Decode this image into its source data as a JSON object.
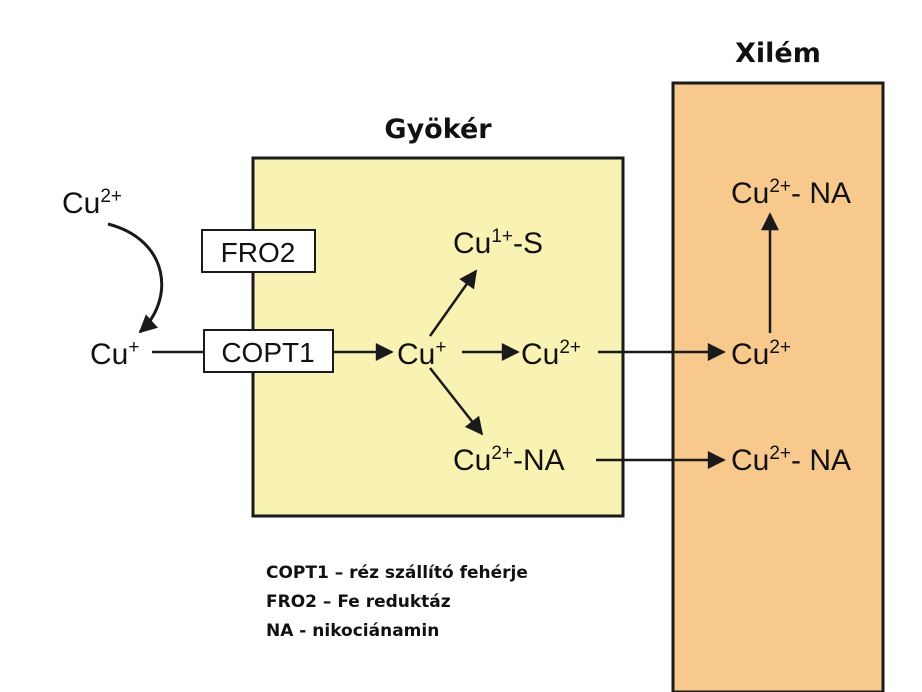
{
  "titles": {
    "root": "Gyökér",
    "xylem": "Xilém"
  },
  "labels": {
    "fro2": "FRO2",
    "copt1": "COPT1"
  },
  "species": {
    "cu2_outside": {
      "base": "Cu",
      "sup": "2+",
      "suffix": ""
    },
    "cu1_outside": {
      "base": "Cu",
      "sup": "+",
      "suffix": ""
    },
    "cu1_root": {
      "base": "Cu",
      "sup": "+",
      "suffix": ""
    },
    "cu1s_root": {
      "base": "Cu",
      "sup": "1+",
      "suffix": "-S"
    },
    "cu2_root": {
      "base": "Cu",
      "sup": "2+",
      "suffix": ""
    },
    "cu2na_root": {
      "base": "Cu",
      "sup": "2+",
      "suffix": "-NA"
    },
    "cu2_xylem": {
      "base": "Cu",
      "sup": "2+",
      "suffix": ""
    },
    "cu2na_xylem_top": {
      "base": "Cu",
      "sup": "2+",
      "suffix": "- NA"
    },
    "cu2na_xylem_bottom": {
      "base": "Cu",
      "sup": "2+",
      "suffix": "- NA"
    }
  },
  "legend": [
    "COPT1 – réz szállító fehérje",
    "FRO2 – Fe reduktáz",
    "NA - nikociánamin"
  ],
  "colors": {
    "root_fill": "#f8f2b3",
    "xylem_fill": "#f8c98c",
    "stroke": "#1a1a1a"
  }
}
